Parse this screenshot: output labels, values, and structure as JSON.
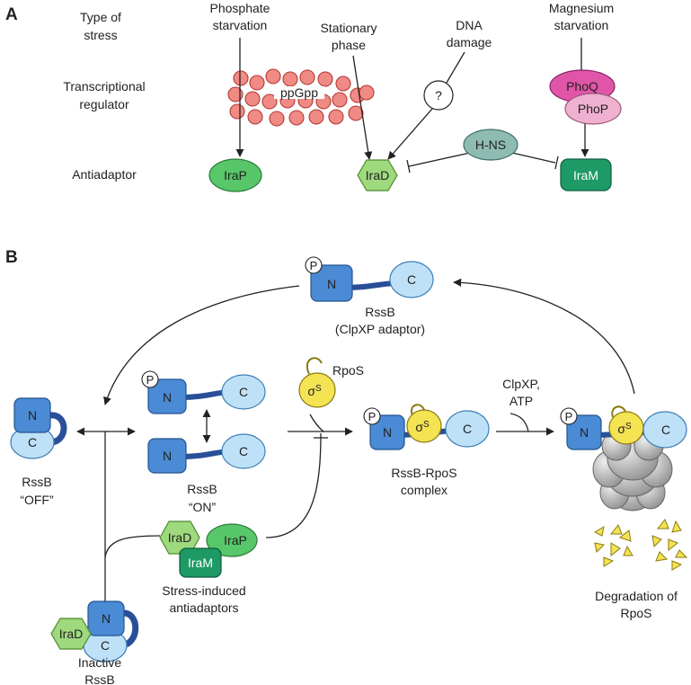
{
  "panel_a": {
    "letter": "A",
    "row_labels": [
      "Type of",
      "stress",
      "Transcriptional",
      "regulator",
      "Antiadaptor"
    ],
    "stresses": {
      "phosphate": [
        "Phosphate",
        "starvation"
      ],
      "stationary": [
        "Stationary",
        "phase"
      ],
      "dna": [
        "DNA",
        "damage"
      ],
      "magnesium": [
        "Magnesium",
        "starvation"
      ]
    },
    "ppgpp": "ppGpp",
    "unknown": "?",
    "hns": "H-NS",
    "phoq": "PhoQ",
    "phop": "PhoP",
    "irap": "IraP",
    "irad": "IraD",
    "iram": "IraM"
  },
  "panel_b": {
    "letter": "B",
    "p": "P",
    "n": "N",
    "c": "C",
    "sigma": "σ",
    "sigma_sup": "S",
    "rssb_top": [
      "RssB",
      "(ClpXP adaptor)"
    ],
    "rssb_off": [
      "RssB",
      "“OFF”"
    ],
    "rssb_on": [
      "RssB",
      "“ON”"
    ],
    "rpos": "RpoS",
    "complex": [
      "RssB-RpoS",
      "complex"
    ],
    "clpxp": [
      "ClpXP,",
      "ATP"
    ],
    "stress_induced": [
      "Stress-induced",
      "antiadaptors"
    ],
    "inactive": [
      "Inactive",
      "RssB"
    ],
    "degradation": [
      "Degradation of",
      "RpoS"
    ],
    "irad": "IraD",
    "irap": "IraP",
    "iram": "IraM"
  }
}
